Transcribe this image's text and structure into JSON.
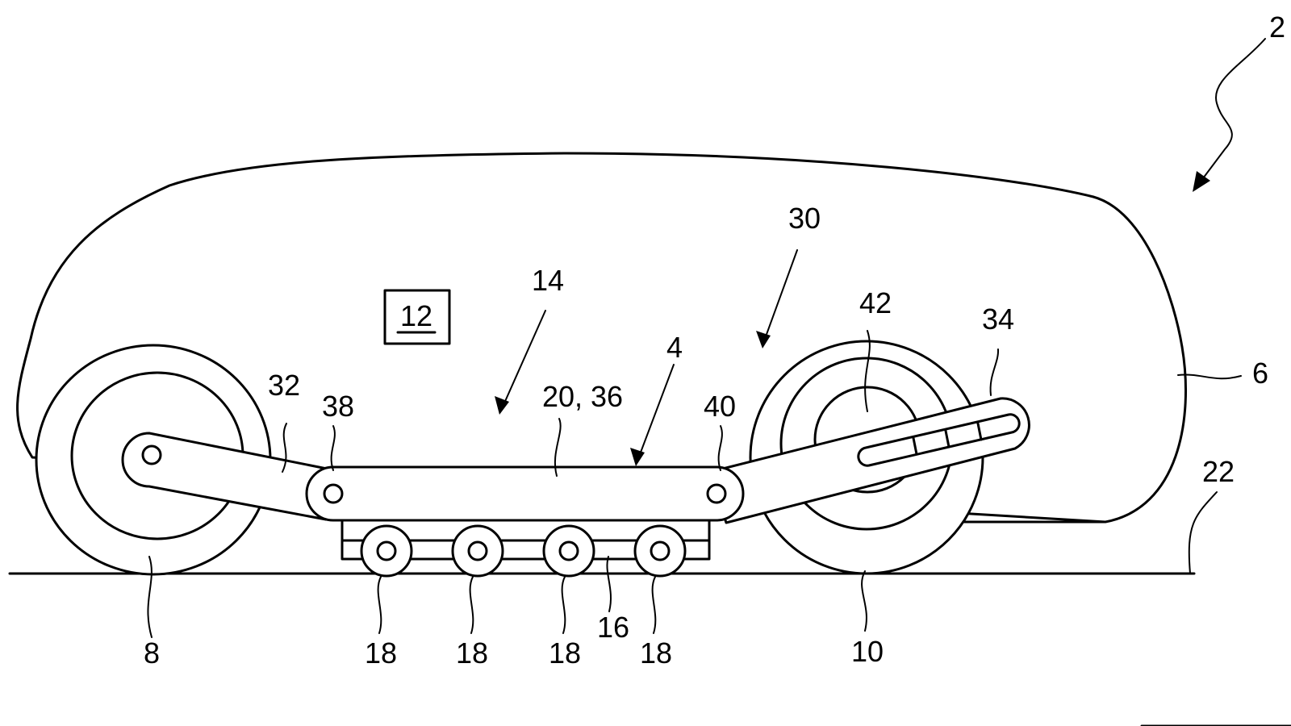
{
  "figure": {
    "labels": {
      "device": "2",
      "carrier": "4",
      "body": "6",
      "wheel_left": "8",
      "wheel_right": "10",
      "unit": "12",
      "drive_arrow": "14",
      "roller_frame": "16",
      "roller": "18",
      "bar": "20, 36",
      "floor": "22",
      "swing_arrow": "30",
      "arm_left": "32",
      "arm_right": "34",
      "pivot_left": "38",
      "pivot_right": "40",
      "hub": "42"
    }
  }
}
